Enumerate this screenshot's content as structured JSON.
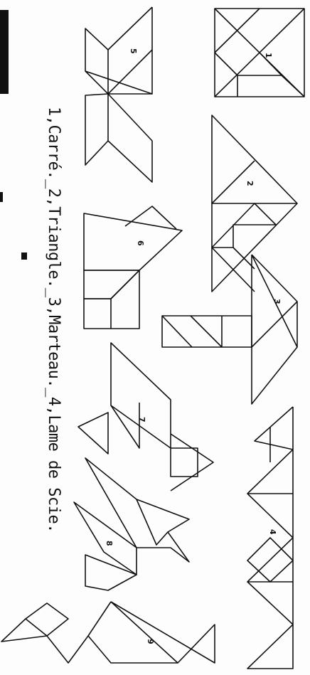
{
  "caption": "1,Carré._2,Triangle._3,Marteau._4,Lame de Scie.",
  "figures": [
    {
      "num": "1",
      "icon": "square-tangram"
    },
    {
      "num": "2",
      "icon": "triangle-tangram"
    },
    {
      "num": "3",
      "icon": "hammer-tangram"
    },
    {
      "num": "4",
      "icon": "saw-blade-tangram"
    },
    {
      "num": "5",
      "icon": "tangram-figure"
    },
    {
      "num": "6",
      "icon": "tangram-figure"
    },
    {
      "num": "7",
      "icon": "tangram-figure"
    },
    {
      "num": "8",
      "icon": "tangram-figure"
    },
    {
      "num": "9",
      "icon": "tangram-figure"
    }
  ]
}
